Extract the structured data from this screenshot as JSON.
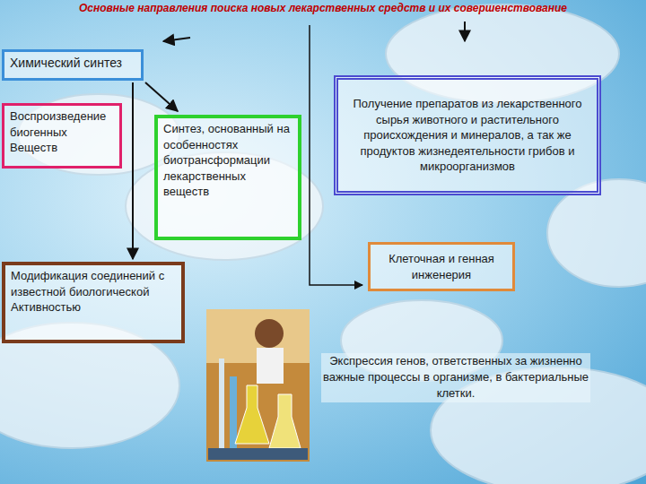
{
  "diagram": {
    "title": "Основные направления поиска новых лекарственных средств и их совершенствование",
    "nodes": [
      {
        "text": [
          "Химический синтез"
        ]
      },
      {
        "text": [
          "Воспроизведение биогенных Веществ"
        ]
      },
      {
        "text": [
          "Синтез, основанный на особенностях биотрансформации лекарственных веществ"
        ]
      },
      {
        "text": [
          "Модификация соединений с известной биологической Активностью"
        ]
      },
      {
        "text": [
          "Получение препаратов из лекарственного сырья животного и растительного происхождения и минералов, а так же продуктов жизнедеятельности грибов и микроорганизмов"
        ]
      },
      {
        "text": [
          "Клеточная и генная инженерия"
        ]
      }
    ],
    "edges": [
      {
        "from": 0,
        "to": 2,
        "arrow": "to"
      },
      {
        "from": 0,
        "to": 3,
        "arrow": "to"
      }
    ],
    "labels": [
      "Экспрессия генов, ответственных за жизненно важные процессы в организме, в бактериальные клетки."
    ]
  }
}
